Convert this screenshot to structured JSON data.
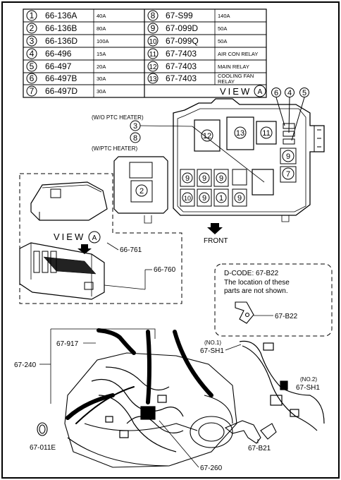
{
  "parts_table": {
    "rows": [
      {
        "num": "1",
        "pn": "66-136A",
        "rating": "40A"
      },
      {
        "num": "2",
        "pn": "66-136B",
        "rating": "80A"
      },
      {
        "num": "3",
        "pn": "66-136D",
        "rating": "100A"
      },
      {
        "num": "4",
        "pn": "66-496",
        "rating": "15A"
      },
      {
        "num": "5",
        "pn": "66-497",
        "rating": "20A"
      },
      {
        "num": "6",
        "pn": "66-497B",
        "rating": "30A"
      },
      {
        "num": "7",
        "pn": "66-497D",
        "rating": "30A"
      },
      {
        "num": "8",
        "pn": "67-S99",
        "rating": "140A"
      },
      {
        "num": "9",
        "pn": "67-099D",
        "rating": "50A"
      },
      {
        "num": "10",
        "pn": "67-099Q",
        "rating": "50A"
      },
      {
        "num": "11",
        "pn": "67-7403",
        "rating": "AIR CON RELAY"
      },
      {
        "num": "12",
        "pn": "67-7403",
        "rating": "MAIN RELAY"
      },
      {
        "num": "13",
        "pn": "67-7403",
        "rating": "COOLING FAN",
        "rating2": "RELAY"
      }
    ]
  },
  "labels": {
    "view_a_top": "VIEW",
    "view_a_mid": "VIEW",
    "view_letter": "A",
    "wo_ptc": "(W/O PTC HEATER)",
    "w_ptc": "(W/PTC HEATER)",
    "front": "FRONT",
    "p66_761": "66-761",
    "p66_760": "66-760",
    "dcode_title": "D-CODE: 67-B22",
    "dcode_line1": "The location of these",
    "dcode_line2": "parts are not shown.",
    "p67_b22": "67-B22",
    "p67_917": "67-917",
    "p67_240": "67-240",
    "no1": "(NO.1)",
    "p67_sh1_a": "67-SH1",
    "no2": "(NO.2)",
    "p67_sh1_b": "67-SH1",
    "p67_011e": "67-011E",
    "p67_b21": "67-B21",
    "p67_260": "67-260"
  },
  "fuse_box_callouts": {
    "c12": "12",
    "c13": "13",
    "c11": "11",
    "c9a": "9",
    "c7": "7",
    "c2": "2",
    "c3": "3",
    "c8": "8",
    "c6": "6",
    "c4": "4",
    "c5": "5",
    "grid_row1": [
      "9",
      "9",
      "9"
    ],
    "grid_row2": [
      "10",
      "9",
      "1",
      "9"
    ]
  }
}
